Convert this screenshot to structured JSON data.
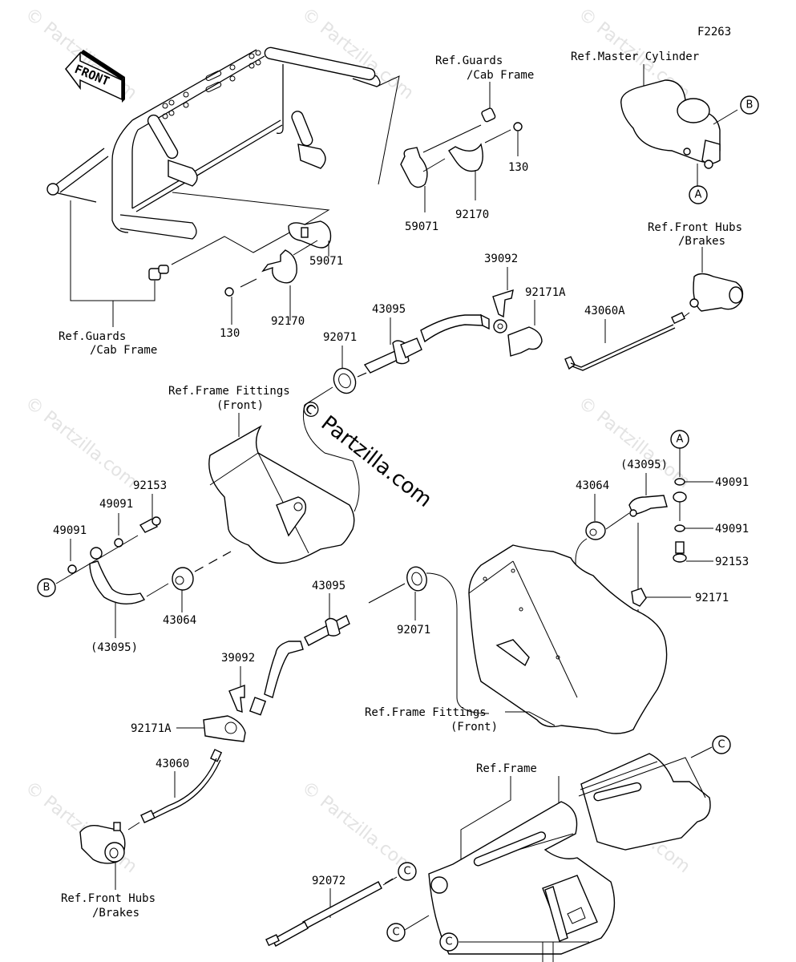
{
  "diagram": {
    "figure_id": "F2263",
    "direction_indicator": "FRONT",
    "watermark": "© Partzilla.com",
    "part_labels": {
      "p130_upper": "130",
      "p130_lower": "130",
      "p59071_upper": "59071",
      "p59071_lower": "59071",
      "p92170_upper": "92170",
      "p92170_lower": "92170",
      "p39092_upper": "39092",
      "p39092_lower": "39092",
      "p92171A_upper": "92171A",
      "p92171A_lower": "92171A",
      "p43060A": "43060A",
      "p43060": "43060",
      "p43095_upper": "43095",
      "p43095_mid": "43095",
      "p43095_left": "(43095)",
      "p43095_right": "(43095)",
      "p92071_upper": "92071",
      "p92071_lower": "92071",
      "p92153_left": "92153",
      "p92153_right": "92153",
      "p49091_left1": "49091",
      "p49091_left2": "49091",
      "p49091_right1": "49091",
      "p49091_right2": "49091",
      "p43064_left": "43064",
      "p43064_right": "43064",
      "p92171": "92171",
      "p92072": "92072"
    },
    "reference_labels": {
      "guards_top_l1": "Ref.Guards",
      "guards_top_l2": "/Cab Frame",
      "guards_left_l1": "Ref.Guards",
      "guards_left_l2": "/Cab Frame",
      "master_cylinder": "Ref.Master Cylinder",
      "front_hubs_top_l1": "Ref.Front Hubs",
      "front_hubs_top_l2": "/Brakes",
      "front_hubs_bottom_l1": "Ref.Front Hubs",
      "front_hubs_bottom_l2": "/Brakes",
      "frame_fittings_top_l1": "Ref.Frame Fittings",
      "frame_fittings_top_l2": "(Front)",
      "frame_fittings_bottom_l1": "Ref.Frame Fittings",
      "frame_fittings_bottom_l2": "(Front)",
      "frame": "Ref.Frame"
    },
    "callouts": {
      "A_top": "A",
      "A_right": "A",
      "B_top": "B",
      "B_left": "B",
      "C1": "C",
      "C2": "C",
      "C3": "C",
      "C4": "C",
      "C5": "C"
    }
  }
}
